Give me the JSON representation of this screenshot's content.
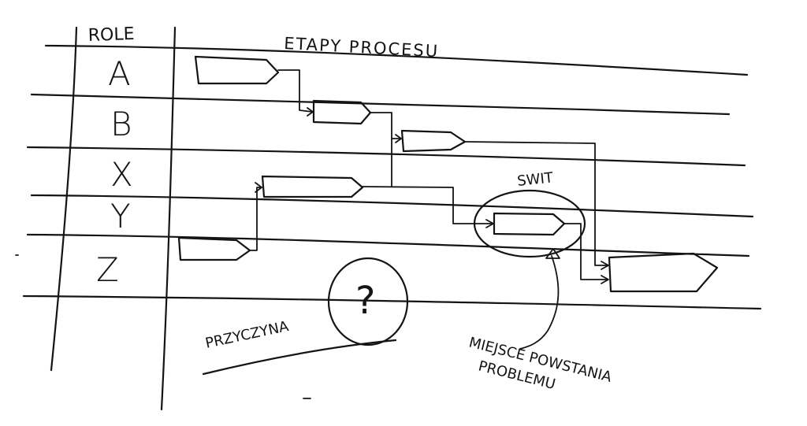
{
  "diagram": {
    "header": {
      "roles_label": "ROLE",
      "stages_label": "ETAPY PROCESU"
    },
    "roles": [
      "A",
      "B",
      "X",
      "Y",
      "Z"
    ],
    "highlight_label": "SWIT",
    "question_mark": "?",
    "cause_label": "PRZYCZYNA",
    "problem_label_line1": "MIEJSCE POWSTANIA",
    "problem_label_line2": "PROBLEMU"
  }
}
